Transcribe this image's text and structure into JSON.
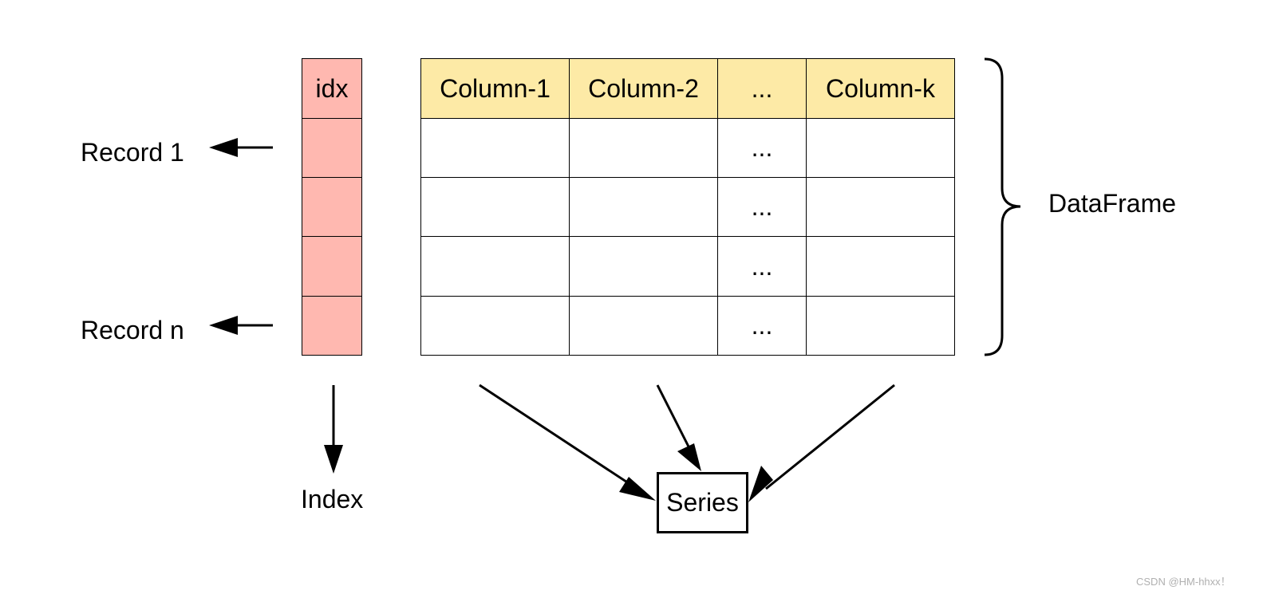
{
  "index_column": {
    "header": "idx",
    "row_count": 4
  },
  "table": {
    "headers": [
      "Column-1",
      "Column-2",
      "...",
      "Column-k"
    ],
    "rows": [
      [
        "",
        "",
        "...",
        ""
      ],
      [
        "",
        "",
        "...",
        ""
      ],
      [
        "",
        "",
        "...",
        ""
      ],
      [
        "",
        "",
        "...",
        ""
      ]
    ]
  },
  "labels": {
    "record_first": "Record 1",
    "record_last": "Record n",
    "dataframe": "DataFrame",
    "index": "Index",
    "series": "Series"
  },
  "watermark": "CSDN @HM-hhxx！",
  "colors": {
    "index_fill": "#ffb8b0",
    "header_fill": "#fdeaa6",
    "line": "#000000"
  }
}
